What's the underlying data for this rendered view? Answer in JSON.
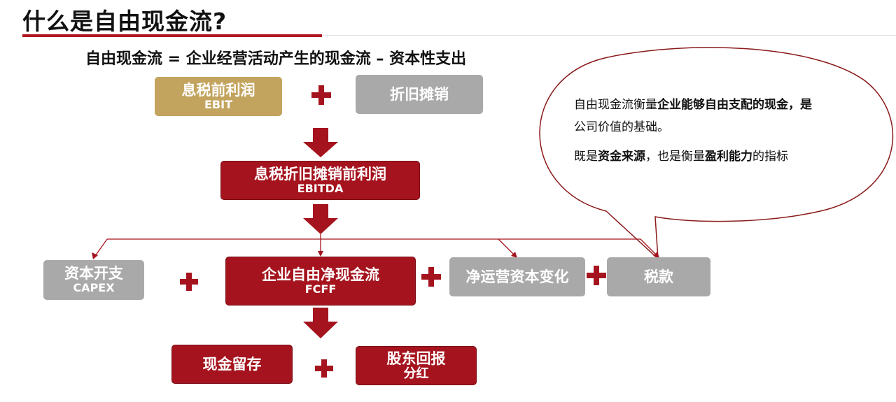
{
  "title": "什么是自由现金流?",
  "formula": "自由现金流 = 企业经营活动产生的现金流 – 资本性支出",
  "boxes": {
    "ebit": {
      "cn": "息税前利润",
      "en": "EBIT"
    },
    "da": {
      "cn": "折旧摊销"
    },
    "ebitda": {
      "cn": "息税折旧摊销前利润",
      "en": "EBITDA"
    },
    "capex": {
      "cn": "资本开支",
      "en": "CAPEX"
    },
    "fcff": {
      "cn": "企业自由净现金流",
      "en": "FCFF"
    },
    "nwc": {
      "cn": "净运营资本变化"
    },
    "tax": {
      "cn": "税款"
    },
    "retained": {
      "cn": "现金留存"
    },
    "returns": {
      "cn": "股东回报",
      "en": "分红"
    }
  },
  "bubble": {
    "line1_pre": "自由现金流衡量",
    "line1_bold": "企业能够自由支配的现金",
    "line1_post": "，是",
    "line2": "公司价值的基础。",
    "line3_pre": "既是",
    "line3_bold1": "资金来源",
    "line3_mid": "，也是衡量",
    "line3_bold2": "盈利能力",
    "line3_post": "的指标"
  },
  "colors": {
    "red": "#a5141e",
    "gold": "#c3a45f",
    "gray": "#a9a9a9",
    "accent_bar": "#b01822"
  }
}
